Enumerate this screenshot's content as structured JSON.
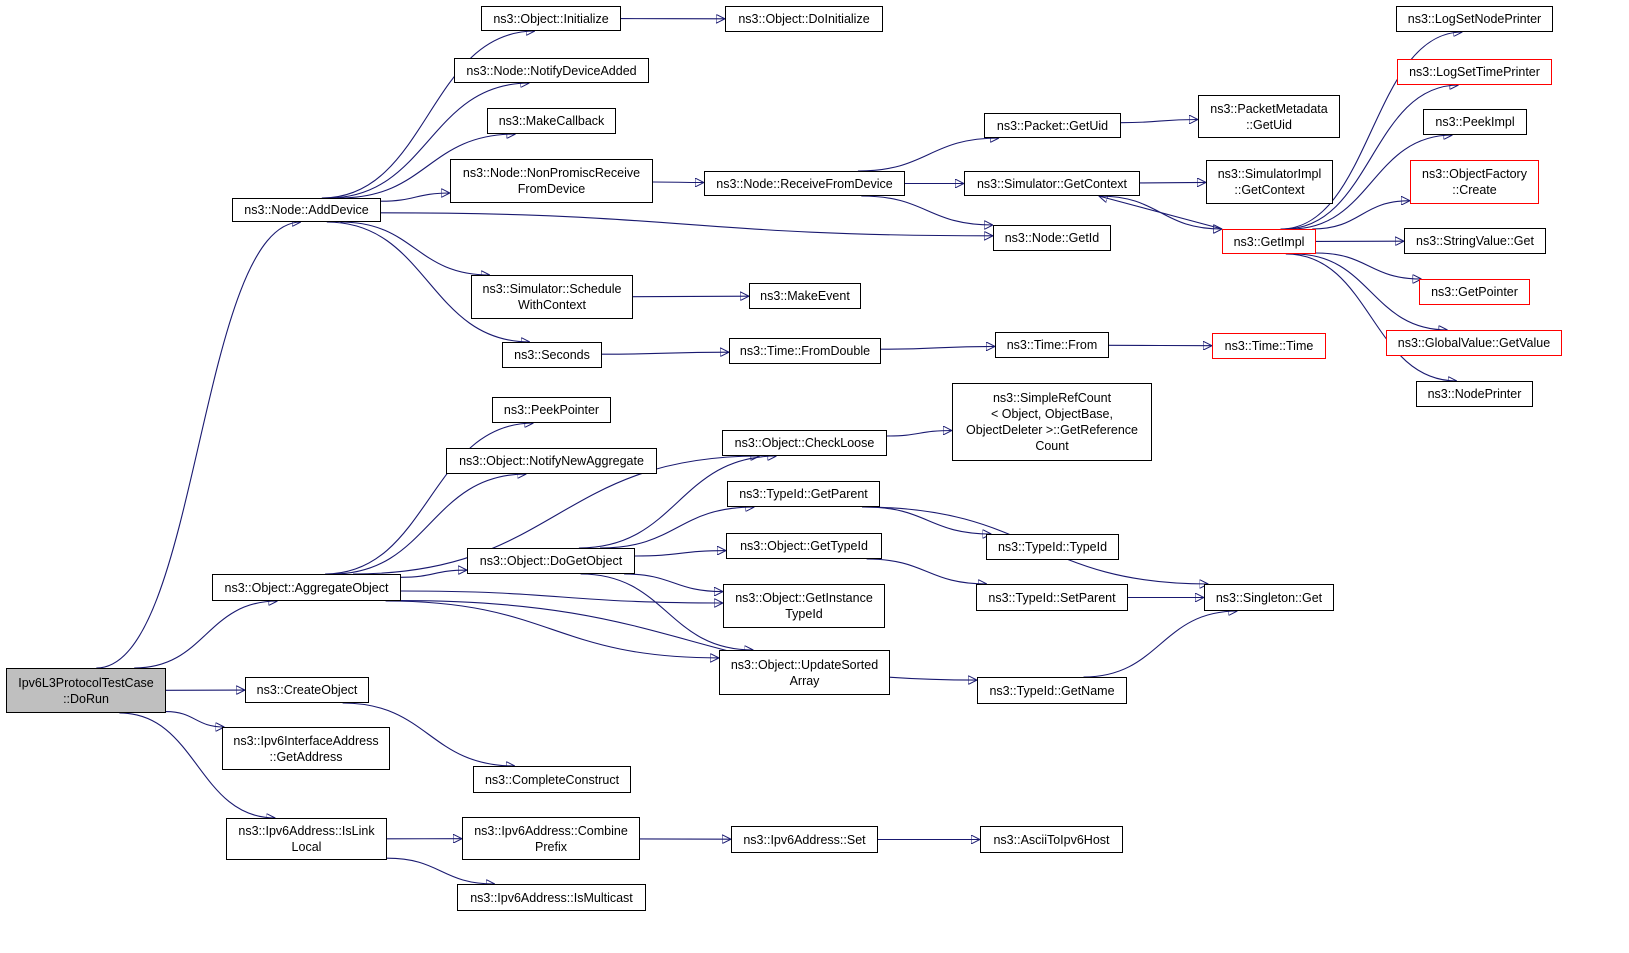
{
  "colors": {
    "edge": "#191970",
    "border": "#000000",
    "external_border": "#ff0000",
    "root_fill": "#bfbfbf",
    "node_fill": "#ffffff"
  },
  "nodes": {
    "root": {
      "label": "Ipv6L3ProtocolTestCase\n::DoRun",
      "style": "root"
    },
    "addDevice": {
      "label": "ns3::Node::AddDevice"
    },
    "aggregateObject": {
      "label": "ns3::Object::AggregateObject"
    },
    "createObject": {
      "label": "ns3::CreateObject"
    },
    "ifaceGetAddress": {
      "label": "ns3::Ipv6InterfaceAddress\n::GetAddress"
    },
    "isLinkLocal": {
      "label": "ns3::Ipv6Address::IsLink\nLocal"
    },
    "initialize": {
      "label": "ns3::Object::Initialize"
    },
    "doInitialize": {
      "label": "ns3::Object::DoInitialize"
    },
    "notifyDeviceAdded": {
      "label": "ns3::Node::NotifyDeviceAdded"
    },
    "makeCallback": {
      "label": "ns3::MakeCallback"
    },
    "nonPromisc": {
      "label": "ns3::Node::NonPromiscReceive\nFromDevice"
    },
    "receiveFromDevice": {
      "label": "ns3::Node::ReceiveFromDevice"
    },
    "packetGetUid": {
      "label": "ns3::Packet::GetUid"
    },
    "metadataGetUid": {
      "label": "ns3::PacketMetadata\n::GetUid"
    },
    "simGetContext": {
      "label": "ns3::Simulator::GetContext"
    },
    "simImplGetContext": {
      "label": "ns3::SimulatorImpl\n::GetContext"
    },
    "nodeGetId": {
      "label": "ns3::Node::GetId"
    },
    "getImpl": {
      "label": "ns3::GetImpl",
      "style": "red"
    },
    "scheduleWithContext": {
      "label": "ns3::Simulator::Schedule\nWithContext"
    },
    "makeEvent": {
      "label": "ns3::MakeEvent"
    },
    "seconds": {
      "label": "ns3::Seconds"
    },
    "fromDouble": {
      "label": "ns3::Time::FromDouble"
    },
    "timeFrom": {
      "label": "ns3::Time::From"
    },
    "timeTime": {
      "label": "ns3::Time::Time",
      "style": "red"
    },
    "logSetNodePrinter": {
      "label": "ns3::LogSetNodePrinter"
    },
    "logSetTimePrinter": {
      "label": "ns3::LogSetTimePrinter",
      "style": "red"
    },
    "peekImpl": {
      "label": "ns3::PeekImpl"
    },
    "objectFactoryCreate": {
      "label": "ns3::ObjectFactory\n::Create",
      "style": "red"
    },
    "stringValueGet": {
      "label": "ns3::StringValue::Get"
    },
    "getPointer": {
      "label": "ns3::GetPointer",
      "style": "red"
    },
    "globalValueGetValue": {
      "label": "ns3::GlobalValue::GetValue",
      "style": "red"
    },
    "nodePrinter": {
      "label": "ns3::NodePrinter"
    },
    "peekPointer": {
      "label": "ns3::PeekPointer"
    },
    "notifyNewAggregate": {
      "label": "ns3::Object::NotifyNewAggregate"
    },
    "checkLoose": {
      "label": "ns3::Object::CheckLoose"
    },
    "simpleRefCount": {
      "label": "ns3::SimpleRefCount\n< Object, ObjectBase,\n ObjectDeleter >::GetReference\nCount"
    },
    "typeIdGetParent": {
      "label": "ns3::TypeId::GetParent"
    },
    "doGetObject": {
      "label": "ns3::Object::DoGetObject"
    },
    "typeIdTypeId": {
      "label": "ns3::TypeId::TypeId"
    },
    "objectGetTypeId": {
      "label": "ns3::Object::GetTypeId"
    },
    "getInstanceTypeId": {
      "label": "ns3::Object::GetInstance\nTypeId"
    },
    "typeIdSetParent": {
      "label": "ns3::TypeId::SetParent"
    },
    "singletonGet": {
      "label": "ns3::Singleton::Get"
    },
    "updateSortedArray": {
      "label": "ns3::Object::UpdateSorted\nArray"
    },
    "typeIdGetName": {
      "label": "ns3::TypeId::GetName"
    },
    "completeConstruct": {
      "label": "ns3::CompleteConstruct"
    },
    "combinePrefix": {
      "label": "ns3::Ipv6Address::Combine\nPrefix"
    },
    "ipv6AddressSet": {
      "label": "ns3::Ipv6Address::Set"
    },
    "asciiToIpv6Host": {
      "label": "ns3::AsciiToIpv6Host"
    },
    "isMulticast": {
      "label": "ns3::Ipv6Address::IsMulticast"
    }
  },
  "edges": [
    [
      "root",
      "addDevice"
    ],
    [
      "root",
      "aggregateObject"
    ],
    [
      "root",
      "createObject"
    ],
    [
      "root",
      "ifaceGetAddress"
    ],
    [
      "root",
      "isLinkLocal"
    ],
    [
      "addDevice",
      "initialize"
    ],
    [
      "addDevice",
      "notifyDeviceAdded"
    ],
    [
      "addDevice",
      "makeCallback"
    ],
    [
      "addDevice",
      "nonPromisc"
    ],
    [
      "addDevice",
      "nodeGetId"
    ],
    [
      "addDevice",
      "scheduleWithContext"
    ],
    [
      "addDevice",
      "seconds"
    ],
    [
      "initialize",
      "doInitialize"
    ],
    [
      "nonPromisc",
      "receiveFromDevice"
    ],
    [
      "receiveFromDevice",
      "packetGetUid"
    ],
    [
      "receiveFromDevice",
      "simGetContext"
    ],
    [
      "receiveFromDevice",
      "nodeGetId"
    ],
    [
      "packetGetUid",
      "metadataGetUid"
    ],
    [
      "simGetContext",
      "simImplGetContext"
    ],
    [
      "simGetContext",
      "getImpl"
    ],
    [
      "getImpl",
      "logSetNodePrinter"
    ],
    [
      "getImpl",
      "logSetTimePrinter"
    ],
    [
      "getImpl",
      "peekImpl"
    ],
    [
      "getImpl",
      "objectFactoryCreate"
    ],
    [
      "getImpl",
      "stringValueGet"
    ],
    [
      "getImpl",
      "getPointer"
    ],
    [
      "getImpl",
      "globalValueGetValue"
    ],
    [
      "getImpl",
      "nodePrinter"
    ],
    [
      "getImpl",
      "simGetContext"
    ],
    [
      "scheduleWithContext",
      "makeEvent"
    ],
    [
      "seconds",
      "fromDouble"
    ],
    [
      "fromDouble",
      "timeFrom"
    ],
    [
      "timeFrom",
      "timeTime"
    ],
    [
      "aggregateObject",
      "peekPointer"
    ],
    [
      "aggregateObject",
      "notifyNewAggregate"
    ],
    [
      "aggregateObject",
      "checkLoose"
    ],
    [
      "aggregateObject",
      "doGetObject"
    ],
    [
      "aggregateObject",
      "getInstanceTypeId"
    ],
    [
      "aggregateObject",
      "updateSortedArray"
    ],
    [
      "aggregateObject",
      "typeIdGetName"
    ],
    [
      "checkLoose",
      "simpleRefCount"
    ],
    [
      "doGetObject",
      "checkLoose"
    ],
    [
      "doGetObject",
      "typeIdGetParent"
    ],
    [
      "doGetObject",
      "objectGetTypeId"
    ],
    [
      "doGetObject",
      "getInstanceTypeId"
    ],
    [
      "doGetObject",
      "updateSortedArray"
    ],
    [
      "typeIdGetParent",
      "typeIdTypeId"
    ],
    [
      "typeIdGetParent",
      "singletonGet"
    ],
    [
      "objectGetTypeId",
      "typeIdSetParent"
    ],
    [
      "typeIdSetParent",
      "singletonGet"
    ],
    [
      "typeIdGetName",
      "singletonGet"
    ],
    [
      "createObject",
      "completeConstruct"
    ],
    [
      "isLinkLocal",
      "combinePrefix"
    ],
    [
      "isLinkLocal",
      "isMulticast"
    ],
    [
      "combinePrefix",
      "ipv6AddressSet"
    ],
    [
      "ipv6AddressSet",
      "asciiToIpv6Host"
    ]
  ]
}
